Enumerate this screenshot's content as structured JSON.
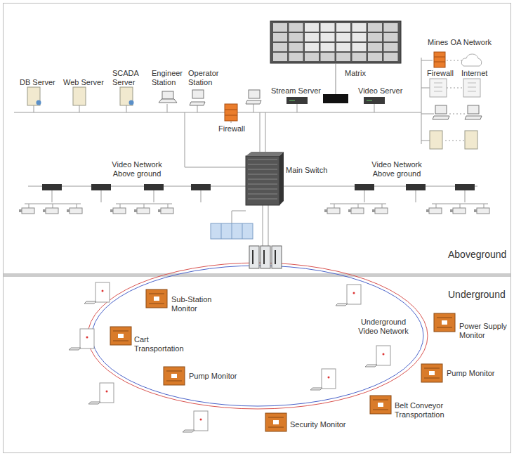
{
  "diagram": {
    "nodes": [
      {
        "text": [
          "DB Server"
        ]
      },
      {
        "text": [
          "Web Server"
        ]
      },
      {
        "text": [
          "SCADA Server"
        ]
      },
      {
        "text": [
          "Engineer Station"
        ]
      },
      {
        "text": [
          "Operator Station"
        ]
      },
      {
        "text": [
          "Firewall"
        ]
      },
      {
        "text": [
          "Matrix"
        ]
      },
      {
        "text": [
          "Stream Server"
        ]
      },
      {
        "text": [
          "Video Server"
        ]
      },
      {
        "text": [
          "Firewall"
        ]
      },
      {
        "text": [
          "Internet"
        ]
      },
      {
        "text": [
          "Main Switch"
        ]
      },
      {
        "text": [
          "Sub-Station Monitor"
        ]
      },
      {
        "text": [
          "Cart Transportation"
        ]
      },
      {
        "text": [
          "Pump Monitor"
        ]
      },
      {
        "text": [
          "Power Supply Monitor"
        ]
      },
      {
        "text": [
          "Pump Monitor"
        ]
      },
      {
        "text": [
          "Belt Conveyor Transportation"
        ]
      },
      {
        "text": [
          "Security Monitor"
        ]
      }
    ],
    "labels": [
      "Mines OA Network",
      "Video Network Above ground",
      "Video Network Above ground",
      "Aboveground",
      "Underground",
      "Underground Video Network"
    ]
  }
}
